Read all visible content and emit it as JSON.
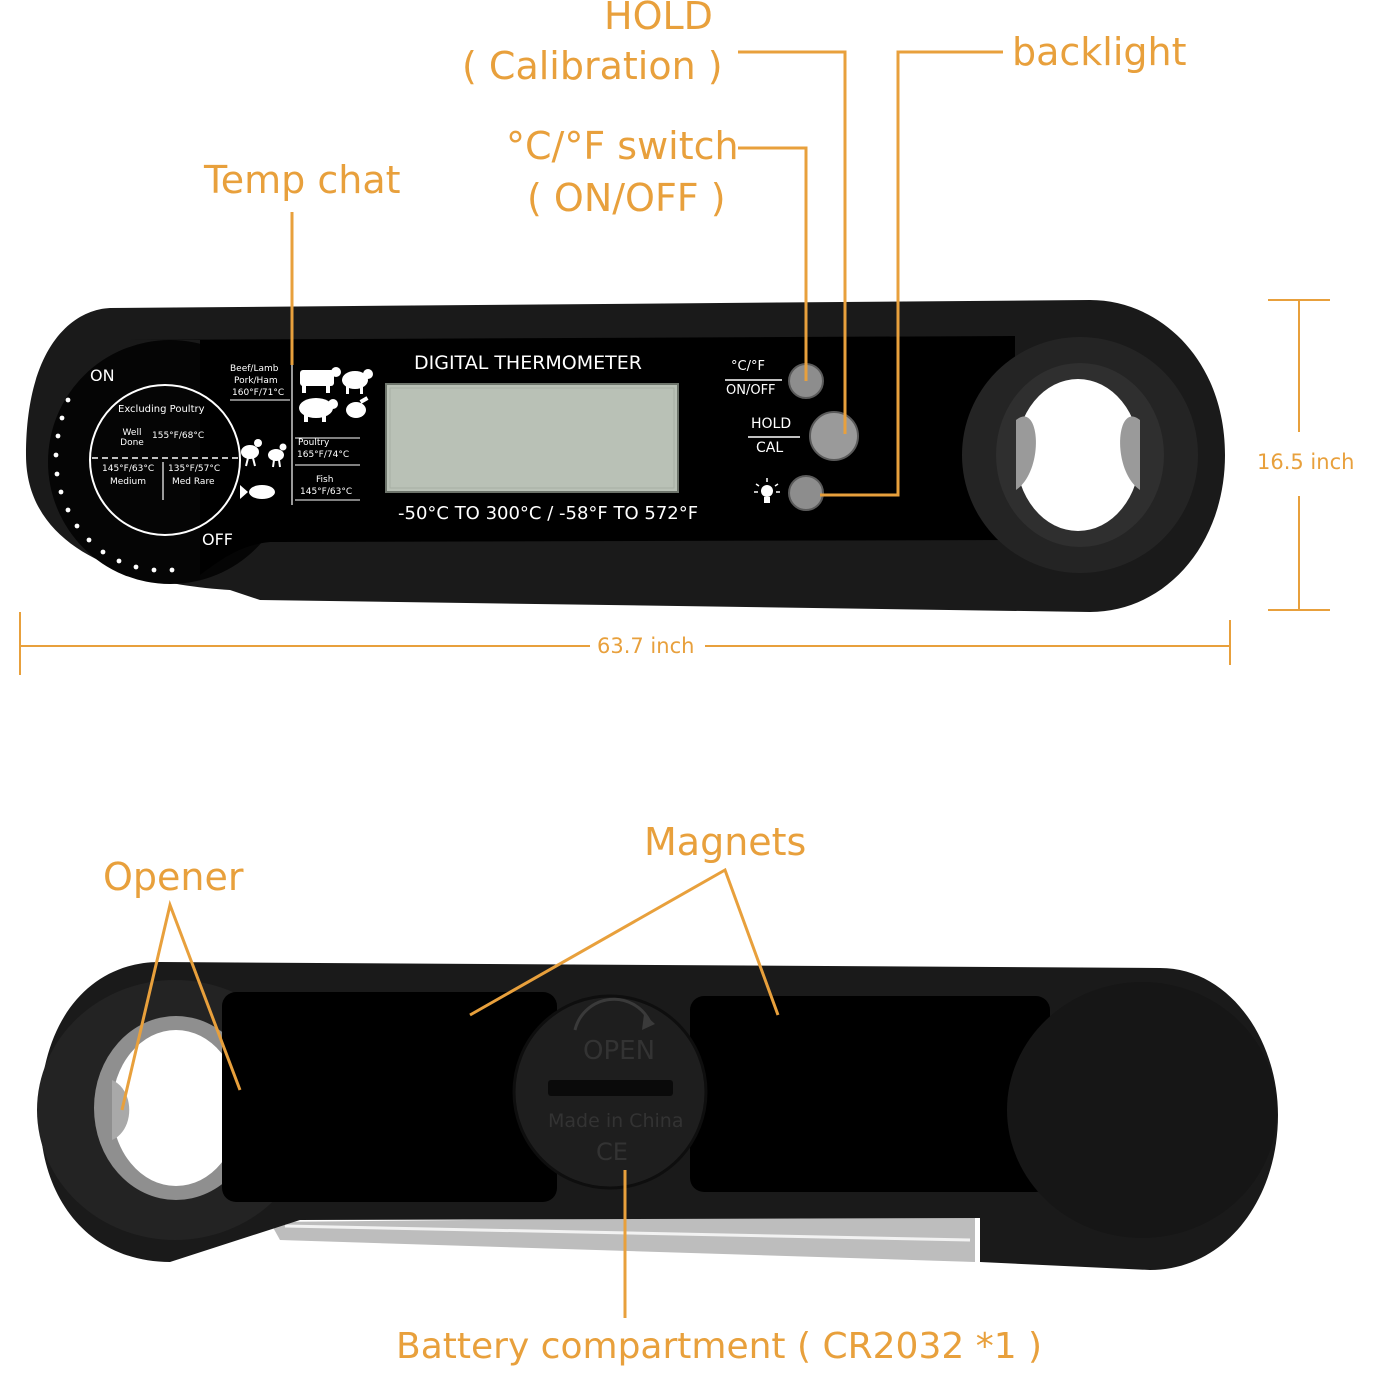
{
  "callouts": {
    "hold": "HOLD",
    "calibration": "( Calibration )",
    "backlight": "backlight",
    "switch": "°C/°F switch",
    "on_off": "( ON/OFF )",
    "temp_chat": "Temp chat",
    "opener": "Opener",
    "magnets": "Magnets",
    "battery": "Battery compartment ( CR2032 *1 )"
  },
  "dimensions": {
    "height": "16.5 inch",
    "length": "63.7 inch"
  },
  "device_front": {
    "title": "DIGITAL THERMOMETER",
    "range": "-50°C TO 300°C / -58°F TO 572°F",
    "dial_on": "ON",
    "dial_off": "OFF",
    "excluding_poultry": "Excluding Poultry",
    "well_done": "Well Done",
    "well_done_temp": "155°F/68°C",
    "medium_temp": "145°F/63°C",
    "medium": "Medium",
    "med_rare_temp": "135°F/57°C",
    "med_rare": "Med Rare",
    "beef_lamb": "Beef/Lamb",
    "pork_ham": "Pork/Ham",
    "pork_temp": "160°F/71°C",
    "poultry": "Poultry",
    "poultry_temp": "165°F/74°C",
    "fish": "Fish",
    "fish_temp": "145°F/63°C",
    "btn_unit_top": "°C/°F",
    "btn_unit_bottom": "ON/OFF",
    "btn_hold_top": "HOLD",
    "btn_hold_bottom": "CAL"
  },
  "device_back": {
    "open": "OPEN",
    "made_in": "Made in China",
    "ce": "CE"
  },
  "colors": {
    "accent": "#e8a03c",
    "body": "#141414",
    "panel": "#000000",
    "lcd": "#b9c1b6"
  }
}
